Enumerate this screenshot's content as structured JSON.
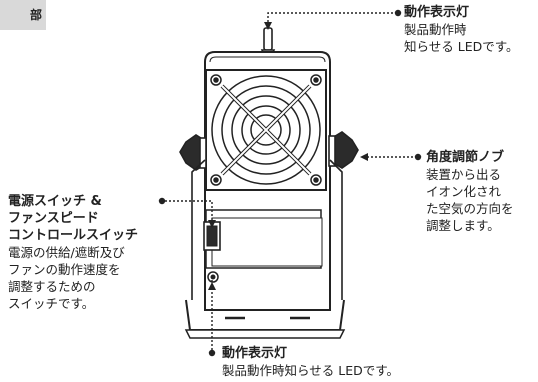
{
  "section_tag": "部",
  "callouts": {
    "top_led": {
      "title": "動作表示灯",
      "lines": [
        "製品動作時",
        "知らせる LEDです。"
      ]
    },
    "angle_knob": {
      "title": "角度調節ノブ",
      "lines": [
        "装置から出る",
        "イオン化され",
        "た空気の方向を",
        "調整します。"
      ]
    },
    "power_switch": {
      "title_lines": [
        "電源スイッチ &",
        "ファンスピード",
        "コントロールスイッチ"
      ],
      "lines": [
        "電源の供給/遮断及び",
        "ファンの動作速度を",
        "調整するための",
        "スイッチです。"
      ]
    },
    "bottom_led": {
      "title": "動作表示灯",
      "line": "製品動作時知らせる LEDです。"
    }
  }
}
